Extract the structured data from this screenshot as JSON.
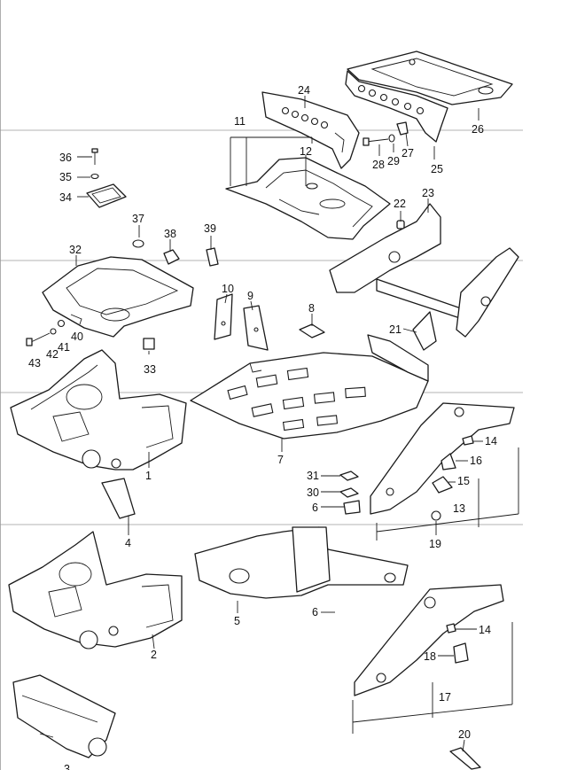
{
  "callouts": [
    {
      "id": "c1",
      "label": "1"
    },
    {
      "id": "c2",
      "label": "2"
    },
    {
      "id": "c3",
      "label": "3"
    },
    {
      "id": "c4",
      "label": "4"
    },
    {
      "id": "c5",
      "label": "5"
    },
    {
      "id": "c6a",
      "label": "6"
    },
    {
      "id": "c6b",
      "label": "6"
    },
    {
      "id": "c7",
      "label": "7"
    },
    {
      "id": "c8",
      "label": "8"
    },
    {
      "id": "c9",
      "label": "9"
    },
    {
      "id": "c10",
      "label": "10"
    },
    {
      "id": "c11",
      "label": "11"
    },
    {
      "id": "c12",
      "label": "12"
    },
    {
      "id": "c13",
      "label": "13"
    },
    {
      "id": "c14a",
      "label": "14"
    },
    {
      "id": "c14b",
      "label": "14"
    },
    {
      "id": "c15",
      "label": "15"
    },
    {
      "id": "c16",
      "label": "16"
    },
    {
      "id": "c17",
      "label": "17"
    },
    {
      "id": "c18",
      "label": "18"
    },
    {
      "id": "c19",
      "label": "19"
    },
    {
      "id": "c20",
      "label": "20"
    },
    {
      "id": "c21",
      "label": "21"
    },
    {
      "id": "c22",
      "label": "22"
    },
    {
      "id": "c23",
      "label": "23"
    },
    {
      "id": "c24",
      "label": "24"
    },
    {
      "id": "c25",
      "label": "25"
    },
    {
      "id": "c26",
      "label": "26"
    },
    {
      "id": "c27",
      "label": "27"
    },
    {
      "id": "c28",
      "label": "28"
    },
    {
      "id": "c29",
      "label": "29"
    },
    {
      "id": "c30",
      "label": "30"
    },
    {
      "id": "c31",
      "label": "31"
    },
    {
      "id": "c32",
      "label": "32"
    },
    {
      "id": "c33",
      "label": "33"
    },
    {
      "id": "c34",
      "label": "34"
    },
    {
      "id": "c35",
      "label": "35"
    },
    {
      "id": "c36",
      "label": "36"
    },
    {
      "id": "c37",
      "label": "37"
    },
    {
      "id": "c38",
      "label": "38"
    },
    {
      "id": "c39",
      "label": "39"
    },
    {
      "id": "c40",
      "label": "40"
    },
    {
      "id": "c41",
      "label": "41"
    },
    {
      "id": "c42",
      "label": "42"
    },
    {
      "id": "c43",
      "label": "43"
    }
  ]
}
